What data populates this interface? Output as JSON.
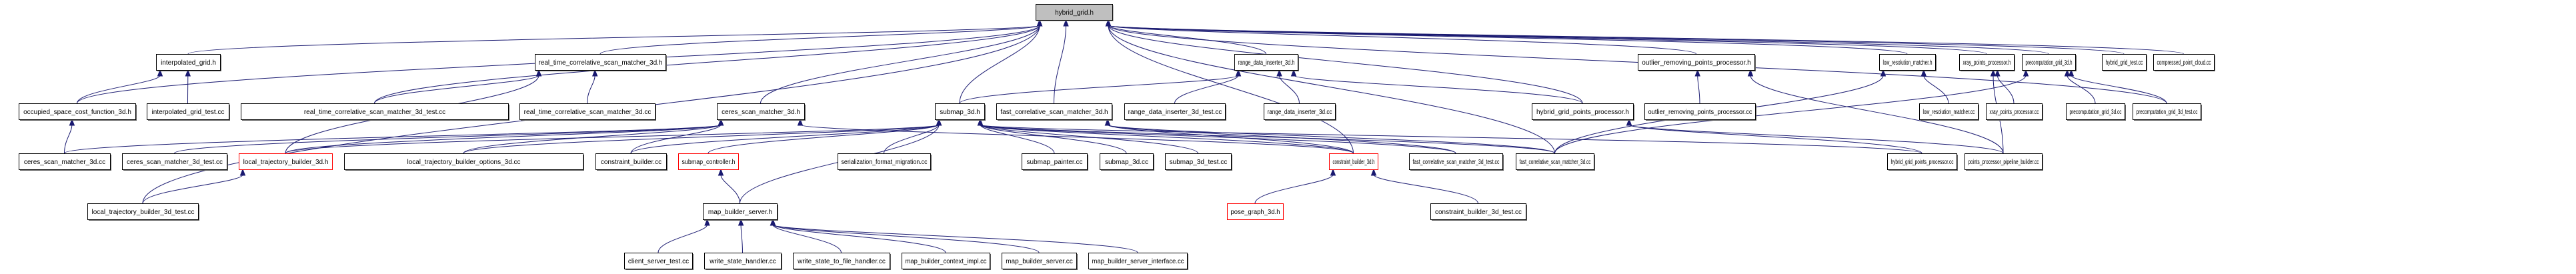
{
  "title": "hybrid_grid.h include dependency graph",
  "colors": {
    "edge": "#191970",
    "root_fill": "#bfbfbf",
    "node_fill": "#ffffff",
    "node_border": "#000000",
    "truncated_border": "#ff0000"
  },
  "nodes": [
    {
      "id": "hybrid_grid_h",
      "label": "hybrid_grid.h",
      "kind": "root"
    },
    {
      "id": "interpolated_grid_h",
      "label": "interpolated_grid.h",
      "kind": "normal"
    },
    {
      "id": "rtcsm3d_h",
      "label": "real_time_correlative_scan_matcher_3d.h",
      "kind": "normal"
    },
    {
      "id": "range_data_inserter_3d_h",
      "label": "range_data_inserter_3d.h",
      "kind": "normal"
    },
    {
      "id": "outlier_removing_points_processor_h",
      "label": "outlier_removing_points_processor.h",
      "kind": "normal"
    },
    {
      "id": "low_resolution_matcher_h",
      "label": "low_resolution_matcher.h",
      "kind": "normal"
    },
    {
      "id": "xray_points_processor_h",
      "label": "xray_points_processor.h",
      "kind": "normal"
    },
    {
      "id": "precomputation_grid_3d_h",
      "label": "precomputation_grid_3d.h",
      "kind": "normal"
    },
    {
      "id": "hybrid_grid_test_cc",
      "label": "hybrid_grid_test.cc",
      "kind": "normal"
    },
    {
      "id": "compressed_point_cloud_cc",
      "label": "compressed_point_cloud.cc",
      "kind": "normal"
    },
    {
      "id": "occupied_space_cost_function_3d_h",
      "label": "occupied_space_cost_function_3d.h",
      "kind": "normal"
    },
    {
      "id": "interpolated_grid_test_cc",
      "label": "interpolated_grid_test.cc",
      "kind": "normal"
    },
    {
      "id": "rtcsm3d_test_cc",
      "label": "real_time_correlative_scan_matcher_3d_test.cc",
      "kind": "normal"
    },
    {
      "id": "rtcsm3d_cc",
      "label": "real_time_correlative_scan_matcher_3d.cc",
      "kind": "normal"
    },
    {
      "id": "ceres_scan_matcher_3d_h",
      "label": "ceres_scan_matcher_3d.h",
      "kind": "normal"
    },
    {
      "id": "submap_3d_h",
      "label": "submap_3d.h",
      "kind": "normal"
    },
    {
      "id": "fcsm3d_h",
      "label": "fast_correlative_scan_matcher_3d.h",
      "kind": "normal"
    },
    {
      "id": "range_data_inserter_3d_test_cc",
      "label": "range_data_inserter_3d_test.cc",
      "kind": "normal"
    },
    {
      "id": "range_data_inserter_3d_cc",
      "label": "range_data_inserter_3d.cc",
      "kind": "normal"
    },
    {
      "id": "hybrid_grid_points_processor_h",
      "label": "hybrid_grid_points_processor.h",
      "kind": "normal"
    },
    {
      "id": "outlier_removing_points_processor_cc",
      "label": "outlier_removing_points_processor.cc",
      "kind": "normal"
    },
    {
      "id": "low_resolution_matcher_cc",
      "label": "low_resolution_matcher.cc",
      "kind": "normal"
    },
    {
      "id": "xray_points_processor_cc",
      "label": "xray_points_processor.cc",
      "kind": "normal"
    },
    {
      "id": "precomputation_grid_3d_cc",
      "label": "precomputation_grid_3d.cc",
      "kind": "normal"
    },
    {
      "id": "precomputation_grid_3d_test_cc",
      "label": "precomputation_grid_3d_test.cc",
      "kind": "normal"
    },
    {
      "id": "ceres_scan_matcher_3d_cc",
      "label": "ceres_scan_matcher_3d.cc",
      "kind": "normal"
    },
    {
      "id": "ceres_scan_matcher_3d_test_cc",
      "label": "ceres_scan_matcher_3d_test.cc",
      "kind": "normal"
    },
    {
      "id": "local_trajectory_builder_3d_h",
      "label": "local_trajectory_builder_3d.h",
      "kind": "truncated"
    },
    {
      "id": "local_trajectory_builder_options_3d_cc",
      "label": "local_trajectory_builder_options_3d.cc",
      "kind": "normal"
    },
    {
      "id": "constraint_builder_cc",
      "label": "constraint_builder.cc",
      "kind": "normal"
    },
    {
      "id": "submap_controller_h",
      "label": "submap_controller.h",
      "kind": "truncated"
    },
    {
      "id": "serialization_format_migration_cc",
      "label": "serialization_format_migration.cc",
      "kind": "normal"
    },
    {
      "id": "submap_painter_cc",
      "label": "submap_painter.cc",
      "kind": "normal"
    },
    {
      "id": "submap_3d_cc",
      "label": "submap_3d.cc",
      "kind": "normal"
    },
    {
      "id": "submap_3d_test_cc",
      "label": "submap_3d_test.cc",
      "kind": "normal"
    },
    {
      "id": "constraint_builder_3d_h",
      "label": "constraint_builder_3d.h",
      "kind": "truncated"
    },
    {
      "id": "fcsm3d_test_cc",
      "label": "fast_correlative_scan_matcher_3d_test.cc",
      "kind": "normal"
    },
    {
      "id": "fcsm3d_cc",
      "label": "fast_correlative_scan_matcher_3d.cc",
      "kind": "normal"
    },
    {
      "id": "hybrid_grid_points_processor_cc",
      "label": "hybrid_grid_points_processor.cc",
      "kind": "normal"
    },
    {
      "id": "points_processor_pipeline_builder_cc",
      "label": "points_processor_pipeline_builder.cc",
      "kind": "normal"
    },
    {
      "id": "local_trajectory_builder_3d_test_cc",
      "label": "local_trajectory_builder_3d_test.cc",
      "kind": "normal"
    },
    {
      "id": "map_builder_server_h",
      "label": "map_builder_server.h",
      "kind": "normal"
    },
    {
      "id": "pose_graph_3d_h",
      "label": "pose_graph_3d.h",
      "kind": "truncated"
    },
    {
      "id": "constraint_builder_3d_test_cc",
      "label": "constraint_builder_3d_test.cc",
      "kind": "normal"
    },
    {
      "id": "client_server_test_cc",
      "label": "client_server_test.cc",
      "kind": "normal"
    },
    {
      "id": "write_state_handler_cc",
      "label": "write_state_handler.cc",
      "kind": "normal"
    },
    {
      "id": "write_state_to_file_handler_cc",
      "label": "write_state_to_file_handler.cc",
      "kind": "normal"
    },
    {
      "id": "map_builder_context_impl_cc",
      "label": "map_builder_context_impl.cc",
      "kind": "normal"
    },
    {
      "id": "map_builder_server_cc",
      "label": "map_builder_server.cc",
      "kind": "normal"
    },
    {
      "id": "map_builder_server_interface_cc",
      "label": "map_builder_server_interface.cc",
      "kind": "normal"
    }
  ],
  "edges": [
    [
      "interpolated_grid_h",
      "hybrid_grid_h"
    ],
    [
      "rtcsm3d_h",
      "hybrid_grid_h"
    ],
    [
      "range_data_inserter_3d_h",
      "hybrid_grid_h"
    ],
    [
      "outlier_removing_points_processor_h",
      "hybrid_grid_h"
    ],
    [
      "low_resolution_matcher_h",
      "hybrid_grid_h"
    ],
    [
      "xray_points_processor_h",
      "hybrid_grid_h"
    ],
    [
      "precomputation_grid_3d_h",
      "hybrid_grid_h"
    ],
    [
      "hybrid_grid_test_cc",
      "hybrid_grid_h"
    ],
    [
      "compressed_point_cloud_cc",
      "hybrid_grid_h"
    ],
    [
      "occupied_space_cost_function_3d_h",
      "hybrid_grid_h"
    ],
    [
      "rtcsm3d_test_cc",
      "hybrid_grid_h"
    ],
    [
      "ceres_scan_matcher_3d_h",
      "hybrid_grid_h"
    ],
    [
      "submap_3d_h",
      "hybrid_grid_h"
    ],
    [
      "fcsm3d_h",
      "hybrid_grid_h"
    ],
    [
      "hybrid_grid_points_processor_h",
      "hybrid_grid_h"
    ],
    [
      "local_trajectory_builder_3d_test_cc",
      "hybrid_grid_h"
    ],
    [
      "precomputation_grid_3d_test_cc",
      "hybrid_grid_h"
    ],
    [
      "fcsm3d_cc",
      "hybrid_grid_h"
    ],
    [
      "constraint_builder_3d_h",
      "hybrid_grid_h"
    ],
    [
      "occupied_space_cost_function_3d_h",
      "interpolated_grid_h"
    ],
    [
      "interpolated_grid_test_cc",
      "interpolated_grid_h"
    ],
    [
      "rtcsm3d_test_cc",
      "rtcsm3d_h"
    ],
    [
      "rtcsm3d_cc",
      "rtcsm3d_h"
    ],
    [
      "local_trajectory_builder_3d_h",
      "rtcsm3d_h"
    ],
    [
      "ceres_scan_matcher_3d_cc",
      "occupied_space_cost_function_3d_h"
    ],
    [
      "ceres_scan_matcher_3d_cc",
      "ceres_scan_matcher_3d_h"
    ],
    [
      "ceres_scan_matcher_3d_test_cc",
      "ceres_scan_matcher_3d_h"
    ],
    [
      "local_trajectory_builder_3d_h",
      "ceres_scan_matcher_3d_h"
    ],
    [
      "local_trajectory_builder_options_3d_cc",
      "ceres_scan_matcher_3d_h"
    ],
    [
      "constraint_builder_cc",
      "ceres_scan_matcher_3d_h"
    ],
    [
      "constraint_builder_3d_h",
      "ceres_scan_matcher_3d_h"
    ],
    [
      "local_trajectory_builder_3d_test_cc",
      "local_trajectory_builder_3d_h"
    ],
    [
      "range_data_inserter_3d_test_cc",
      "range_data_inserter_3d_h"
    ],
    [
      "range_data_inserter_3d_cc",
      "range_data_inserter_3d_h"
    ],
    [
      "submap_3d_h",
      "range_data_inserter_3d_h"
    ],
    [
      "hybrid_grid_points_processor_h",
      "range_data_inserter_3d_h"
    ],
    [
      "local_trajectory_builder_3d_h",
      "submap_3d_h"
    ],
    [
      "local_trajectory_builder_options_3d_cc",
      "submap_3d_h"
    ],
    [
      "constraint_builder_cc",
      "submap_3d_h"
    ],
    [
      "submap_controller_h",
      "submap_3d_h"
    ],
    [
      "serialization_format_migration_cc",
      "submap_3d_h"
    ],
    [
      "submap_painter_cc",
      "submap_3d_h"
    ],
    [
      "submap_3d_cc",
      "submap_3d_h"
    ],
    [
      "submap_3d_test_cc",
      "submap_3d_h"
    ],
    [
      "constraint_builder_3d_h",
      "submap_3d_h"
    ],
    [
      "fcsm3d_test_cc",
      "submap_3d_h"
    ],
    [
      "fcsm3d_cc",
      "submap_3d_h"
    ],
    [
      "hybrid_grid_points_processor_cc",
      "submap_3d_h"
    ],
    [
      "map_builder_server_h",
      "submap_3d_h"
    ],
    [
      "constraint_builder_3d_h",
      "fcsm3d_h"
    ],
    [
      "fcsm3d_test_cc",
      "fcsm3d_h"
    ],
    [
      "fcsm3d_cc",
      "fcsm3d_h"
    ],
    [
      "outlier_removing_points_processor_cc",
      "outlier_removing_points_processor_h"
    ],
    [
      "points_processor_pipeline_builder_cc",
      "outlier_removing_points_processor_h"
    ],
    [
      "hybrid_grid_points_processor_cc",
      "hybrid_grid_points_processor_h"
    ],
    [
      "points_processor_pipeline_builder_cc",
      "hybrid_grid_points_processor_h"
    ],
    [
      "low_resolution_matcher_cc",
      "low_resolution_matcher_h"
    ],
    [
      "fcsm3d_cc",
      "low_resolution_matcher_h"
    ],
    [
      "xray_points_processor_cc",
      "xray_points_processor_h"
    ],
    [
      "points_processor_pipeline_builder_cc",
      "xray_points_processor_h"
    ],
    [
      "precomputation_grid_3d_cc",
      "precomputation_grid_3d_h"
    ],
    [
      "precomputation_grid_3d_test_cc",
      "precomputation_grid_3d_h"
    ],
    [
      "fcsm3d_cc",
      "precomputation_grid_3d_h"
    ],
    [
      "map_builder_server_h",
      "submap_controller_h"
    ],
    [
      "pose_graph_3d_h",
      "constraint_builder_3d_h"
    ],
    [
      "constraint_builder_3d_test_cc",
      "constraint_builder_3d_h"
    ],
    [
      "client_server_test_cc",
      "map_builder_server_h"
    ],
    [
      "write_state_handler_cc",
      "map_builder_server_h"
    ],
    [
      "write_state_to_file_handler_cc",
      "map_builder_server_h"
    ],
    [
      "map_builder_context_impl_cc",
      "map_builder_server_h"
    ],
    [
      "map_builder_server_cc",
      "map_builder_server_h"
    ],
    [
      "map_builder_server_interface_cc",
      "map_builder_server_h"
    ]
  ]
}
